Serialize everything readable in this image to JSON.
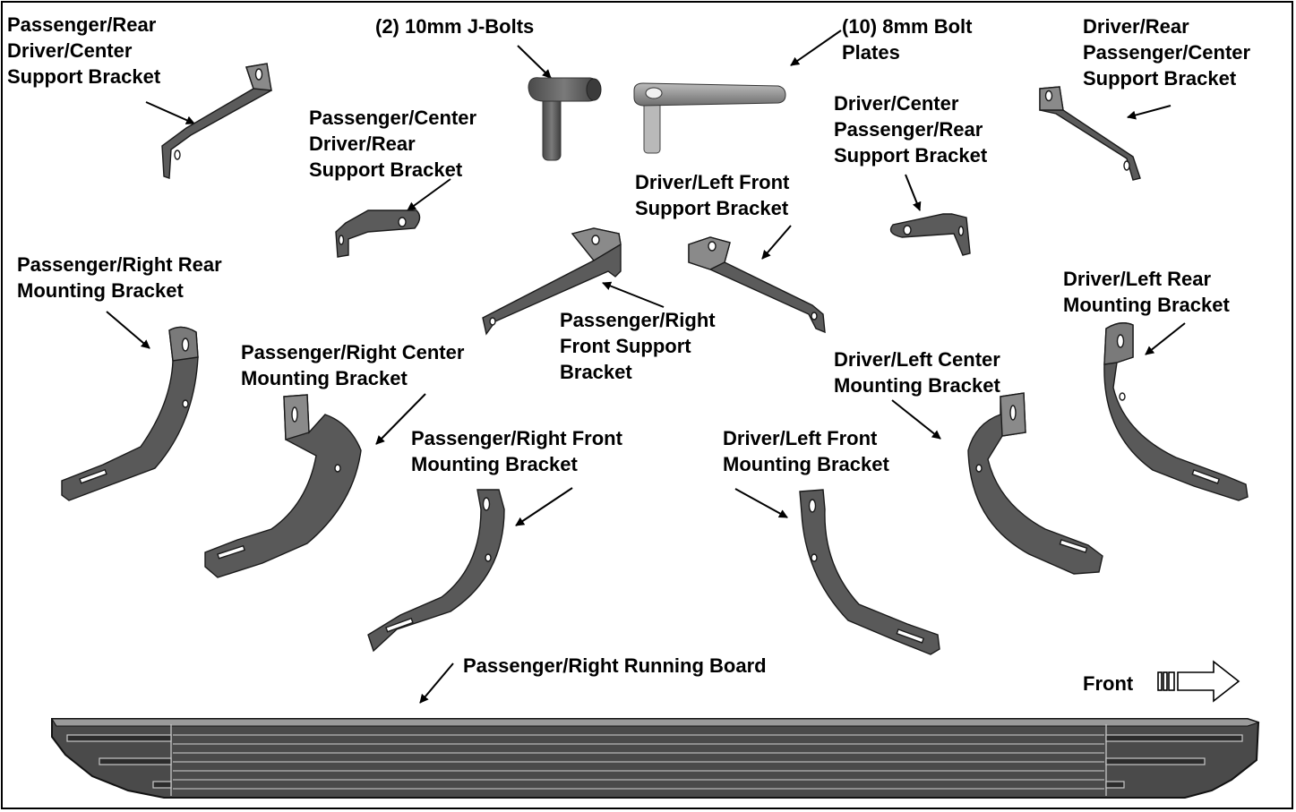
{
  "labels": {
    "pass_rear_drv_center_support": [
      "Passenger/Rear",
      "Driver/Center",
      "Support Bracket"
    ],
    "j_bolts": [
      "(2) 10mm J-Bolts"
    ],
    "bolt_plates": [
      "(10) 8mm Bolt",
      "Plates"
    ],
    "drv_rear_pass_center_support": [
      "Driver/Rear",
      "Passenger/Center",
      "Support Bracket"
    ],
    "pass_center_drv_rear_support": [
      "Passenger/Center",
      "Driver/Rear",
      "Support Bracket"
    ],
    "drv_center_pass_rear_support": [
      "Driver/Center",
      "Passenger/Rear",
      "Support Bracket"
    ],
    "drv_left_front_support": [
      "Driver/Left Front",
      "Support Bracket"
    ],
    "pass_right_rear_mounting": [
      "Passenger/Right Rear",
      "Mounting Bracket"
    ],
    "pass_right_front_support": [
      "Passenger/Right",
      "Front Support",
      "Bracket"
    ],
    "drv_left_rear_mounting": [
      "Driver/Left Rear",
      "Mounting Bracket"
    ],
    "pass_right_center_mounting": [
      "Passenger/Right Center",
      "Mounting Bracket"
    ],
    "drv_left_center_mounting": [
      "Driver/Left Center",
      "Mounting Bracket"
    ],
    "pass_right_front_mounting": [
      "Passenger/Right Front",
      "Mounting Bracket"
    ],
    "drv_left_front_mounting": [
      "Driver/Left Front",
      "Mounting Bracket"
    ],
    "running_board": [
      "Passenger/Right Running Board"
    ]
  },
  "front_label": "Front",
  "colors": {
    "part_fill": "#5b5b5b",
    "part_stroke": "#1a1a1a",
    "board_fill": "#4a4a4a"
  }
}
